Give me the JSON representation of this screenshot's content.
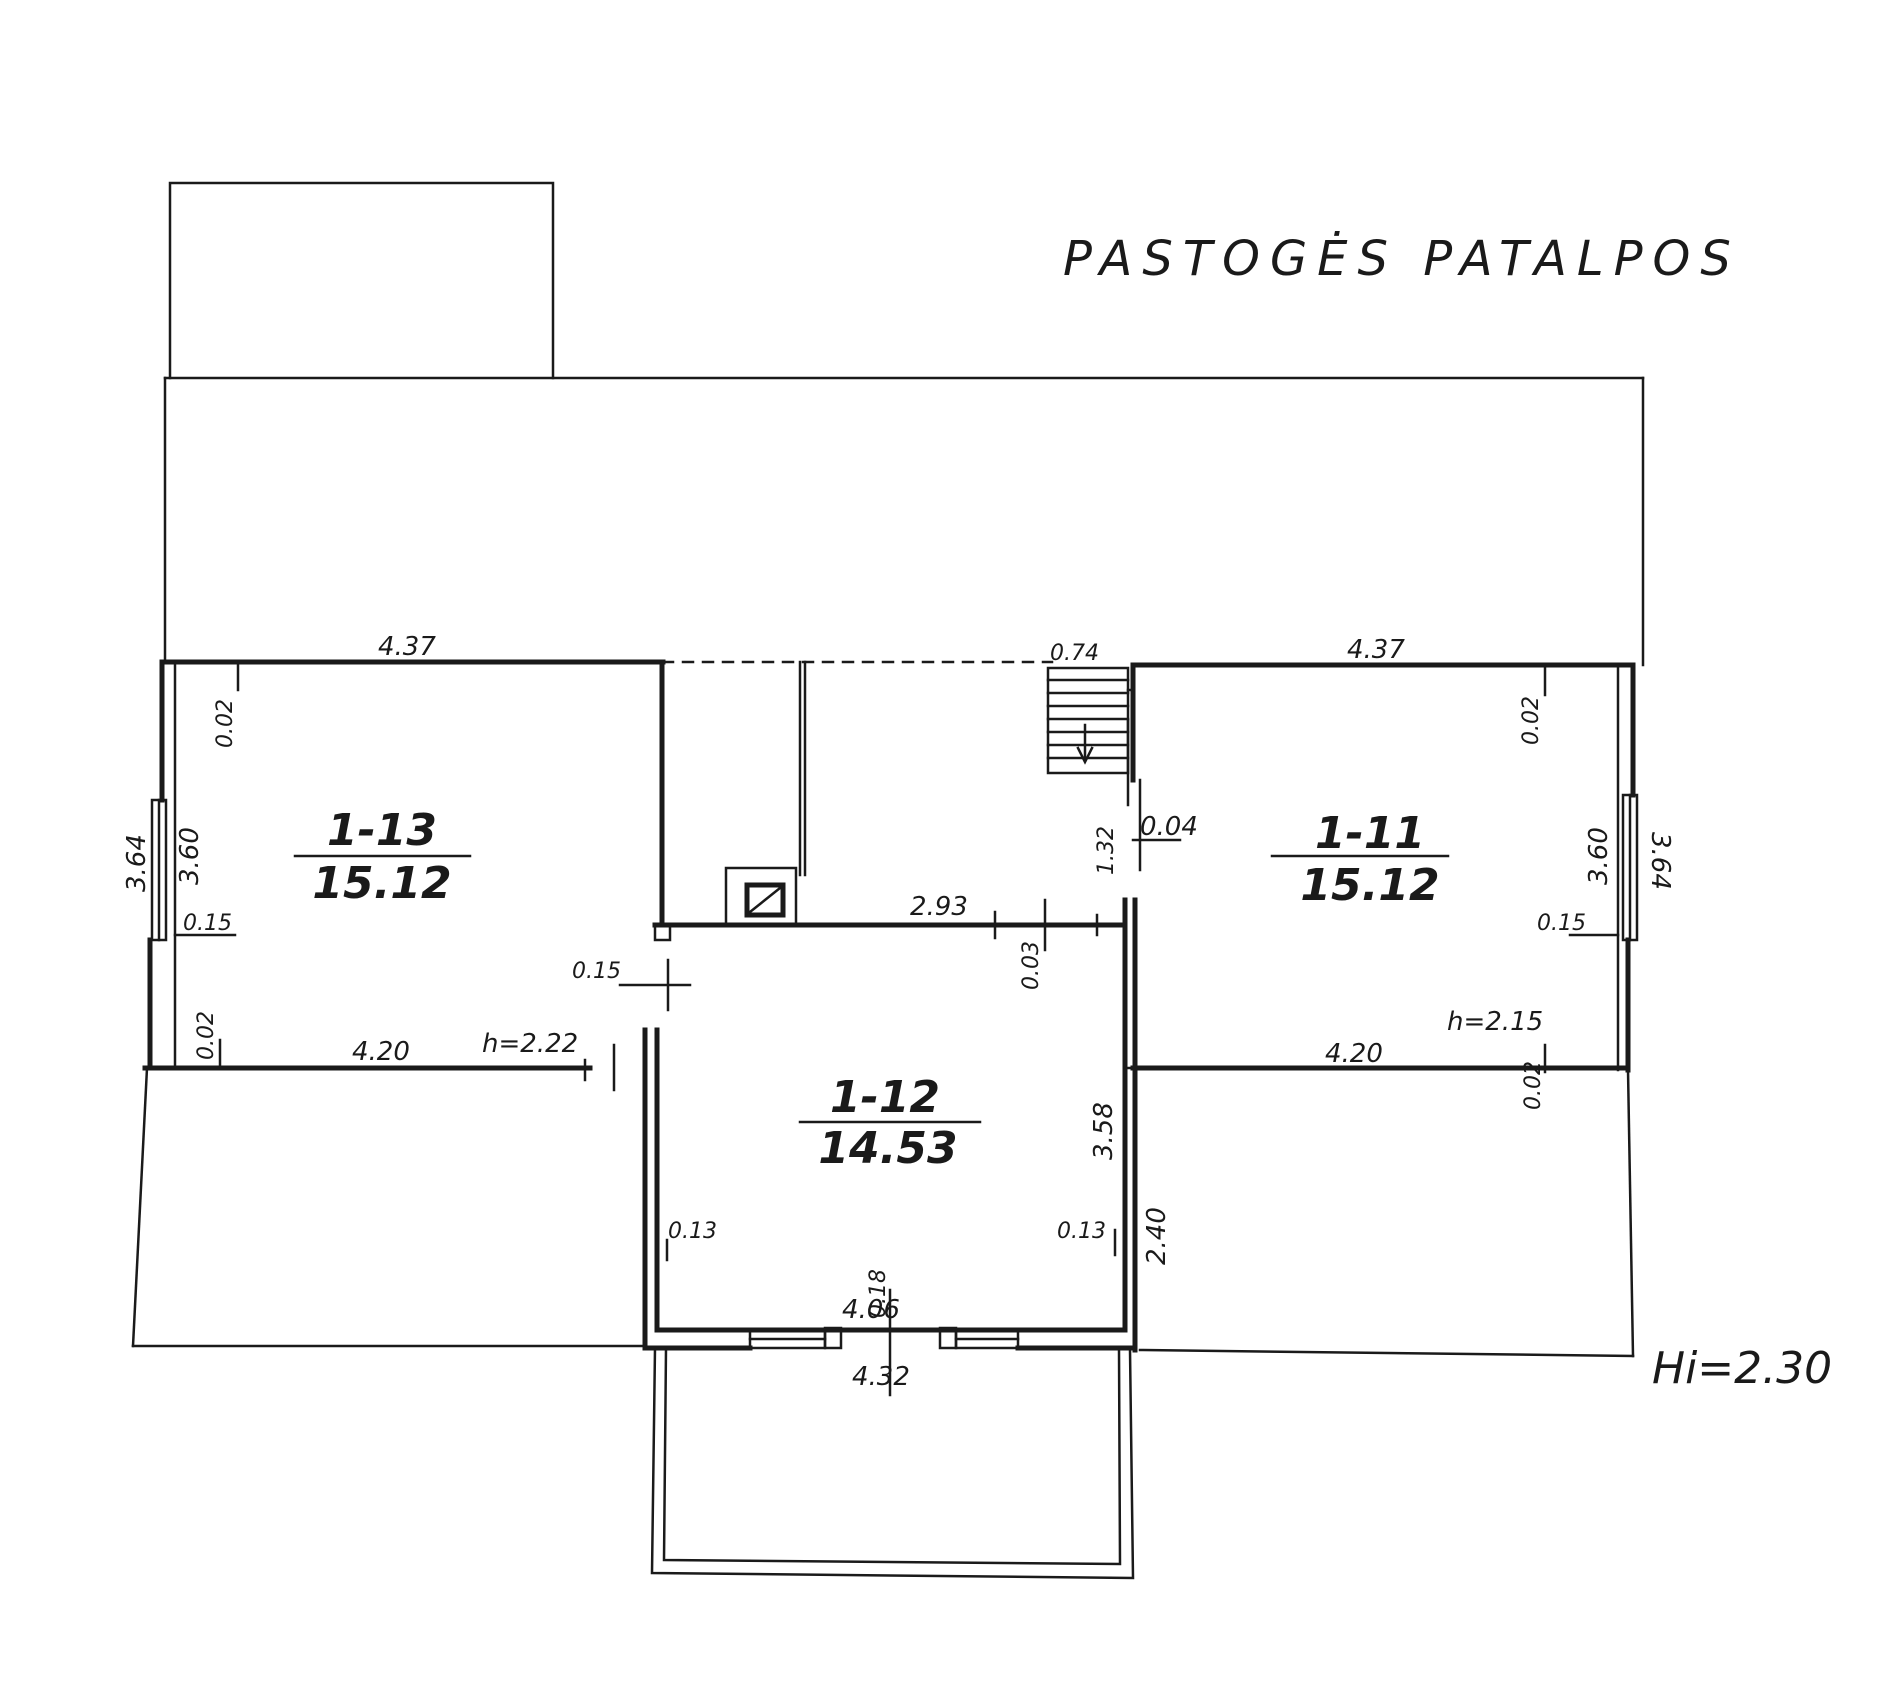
{
  "title": "PASTOGĖS PATALPOS",
  "height_note": "Hi=2.30",
  "rooms": [
    {
      "id": "1-13",
      "area": "15.12"
    },
    {
      "id": "1-12",
      "area": "14.53"
    },
    {
      "id": "1-11",
      "area": "15.12"
    }
  ],
  "dimensions": {
    "room13_top": "4.37",
    "room13_bottom": "4.20",
    "room13_left_outer": "3.64",
    "room13_left_inner": "3.60",
    "room13_wall_top": "0.02",
    "room13_wall_bottom": "0.02",
    "room13_wall_mid": "0.15",
    "room13_h": "h=2.22",
    "corridor_wall": "0.15",
    "stair_width": "0.74",
    "stair_len": "1.32",
    "stair_wall": "0.04",
    "room12_top": "2.93",
    "room12_wall_top": "0.03",
    "room12_right": "3.58",
    "room12_lower_right": "2.40",
    "room12_wall_left": "0.13",
    "room12_wall_right": "0.13",
    "room12_wall_bottom": "0.18",
    "room12_inner_bottom": "4.06",
    "room12_outer_bottom": "4.32",
    "room11_top": "4.37",
    "room11_bottom": "4.20",
    "room11_right_inner": "3.60",
    "room11_right_outer": "3.64",
    "room11_wall_top": "0.02",
    "room11_wall_mid": "0.15",
    "room11_wall_bottom": "0.02",
    "room11_h": "h=2.15"
  }
}
